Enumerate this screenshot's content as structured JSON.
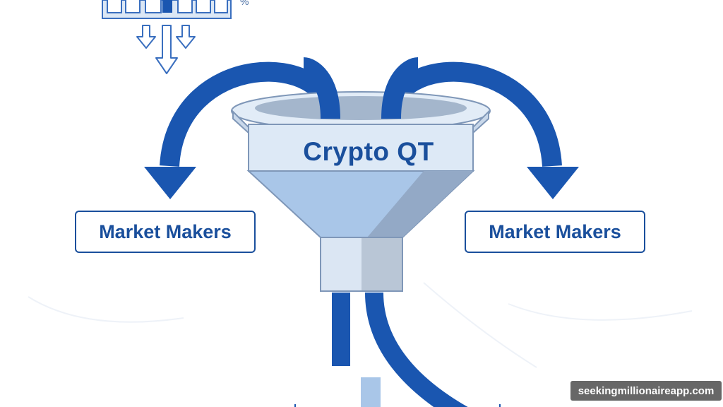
{
  "funnel": {
    "label": "Crypto QT"
  },
  "left_box": {
    "label": "Market Makers"
  },
  "right_box": {
    "label": "Market Makers"
  },
  "top_mark": {
    "symbol": "%"
  },
  "watermark": {
    "text": "seekingmillionaireapp.com"
  },
  "colors": {
    "primary_blue": "#1a56b0",
    "dark_text": "#1a4f9c",
    "funnel_light": "#dde9f6",
    "funnel_mid": "#a9c6e8",
    "funnel_shadow": "#8fa8c8",
    "outline": "#7f97b8"
  },
  "icons": [
    "buildings-icon",
    "down-arrow-icon",
    "curved-arrow-left",
    "curved-arrow-right",
    "funnel-icon"
  ]
}
